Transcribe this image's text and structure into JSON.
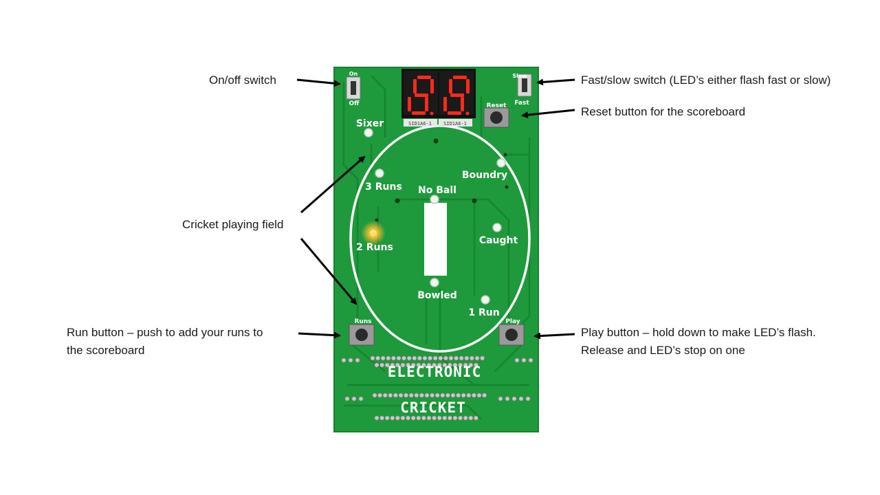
{
  "callouts": {
    "on_off_switch": "On/off switch",
    "fast_slow_switch": "Fast/slow switch (LED’s either flash fast or slow)",
    "reset_button": "Reset button for the scoreboard",
    "playing_field": "Cricket playing field",
    "run_button_line1": "Run button – push to add your runs to",
    "run_button_line2": "the scoreboard",
    "play_button_line1": "Play button – hold down to make LED’s flash.",
    "play_button_line2": "Release and LED’s stop on one"
  },
  "board": {
    "silkscreen": {
      "on": "On",
      "off": "Off",
      "slow": "Slow",
      "fast": "Fast",
      "reset": "Reset",
      "runs": "Runs",
      "play": "Play"
    },
    "display": {
      "digits": [
        "8",
        "8"
      ],
      "part_labels": [
        "SID1A6-1",
        "SID1A6-1"
      ]
    },
    "outcomes": [
      {
        "id": "sixer",
        "label": "Sixer",
        "lit": false
      },
      {
        "id": "3-runs",
        "label": "3 Runs",
        "lit": false
      },
      {
        "id": "boundry",
        "label": "Boundry",
        "lit": false
      },
      {
        "id": "no-ball",
        "label": "No Ball",
        "lit": false
      },
      {
        "id": "2-runs",
        "label": "2 Runs",
        "lit": true
      },
      {
        "id": "caught",
        "label": "Caught",
        "lit": false
      },
      {
        "id": "bowled",
        "label": "Bowled",
        "lit": false
      },
      {
        "id": "1-run",
        "label": "1 Run",
        "lit": false
      }
    ],
    "brand_line1": "ELECTRONIC",
    "brand_line2": "CRICKET"
  },
  "colors": {
    "pcb_green": "#1e9a3c",
    "pcb_trace": "#168430",
    "led_lit": "#ffb020",
    "display_red": "#ff2a1a"
  }
}
